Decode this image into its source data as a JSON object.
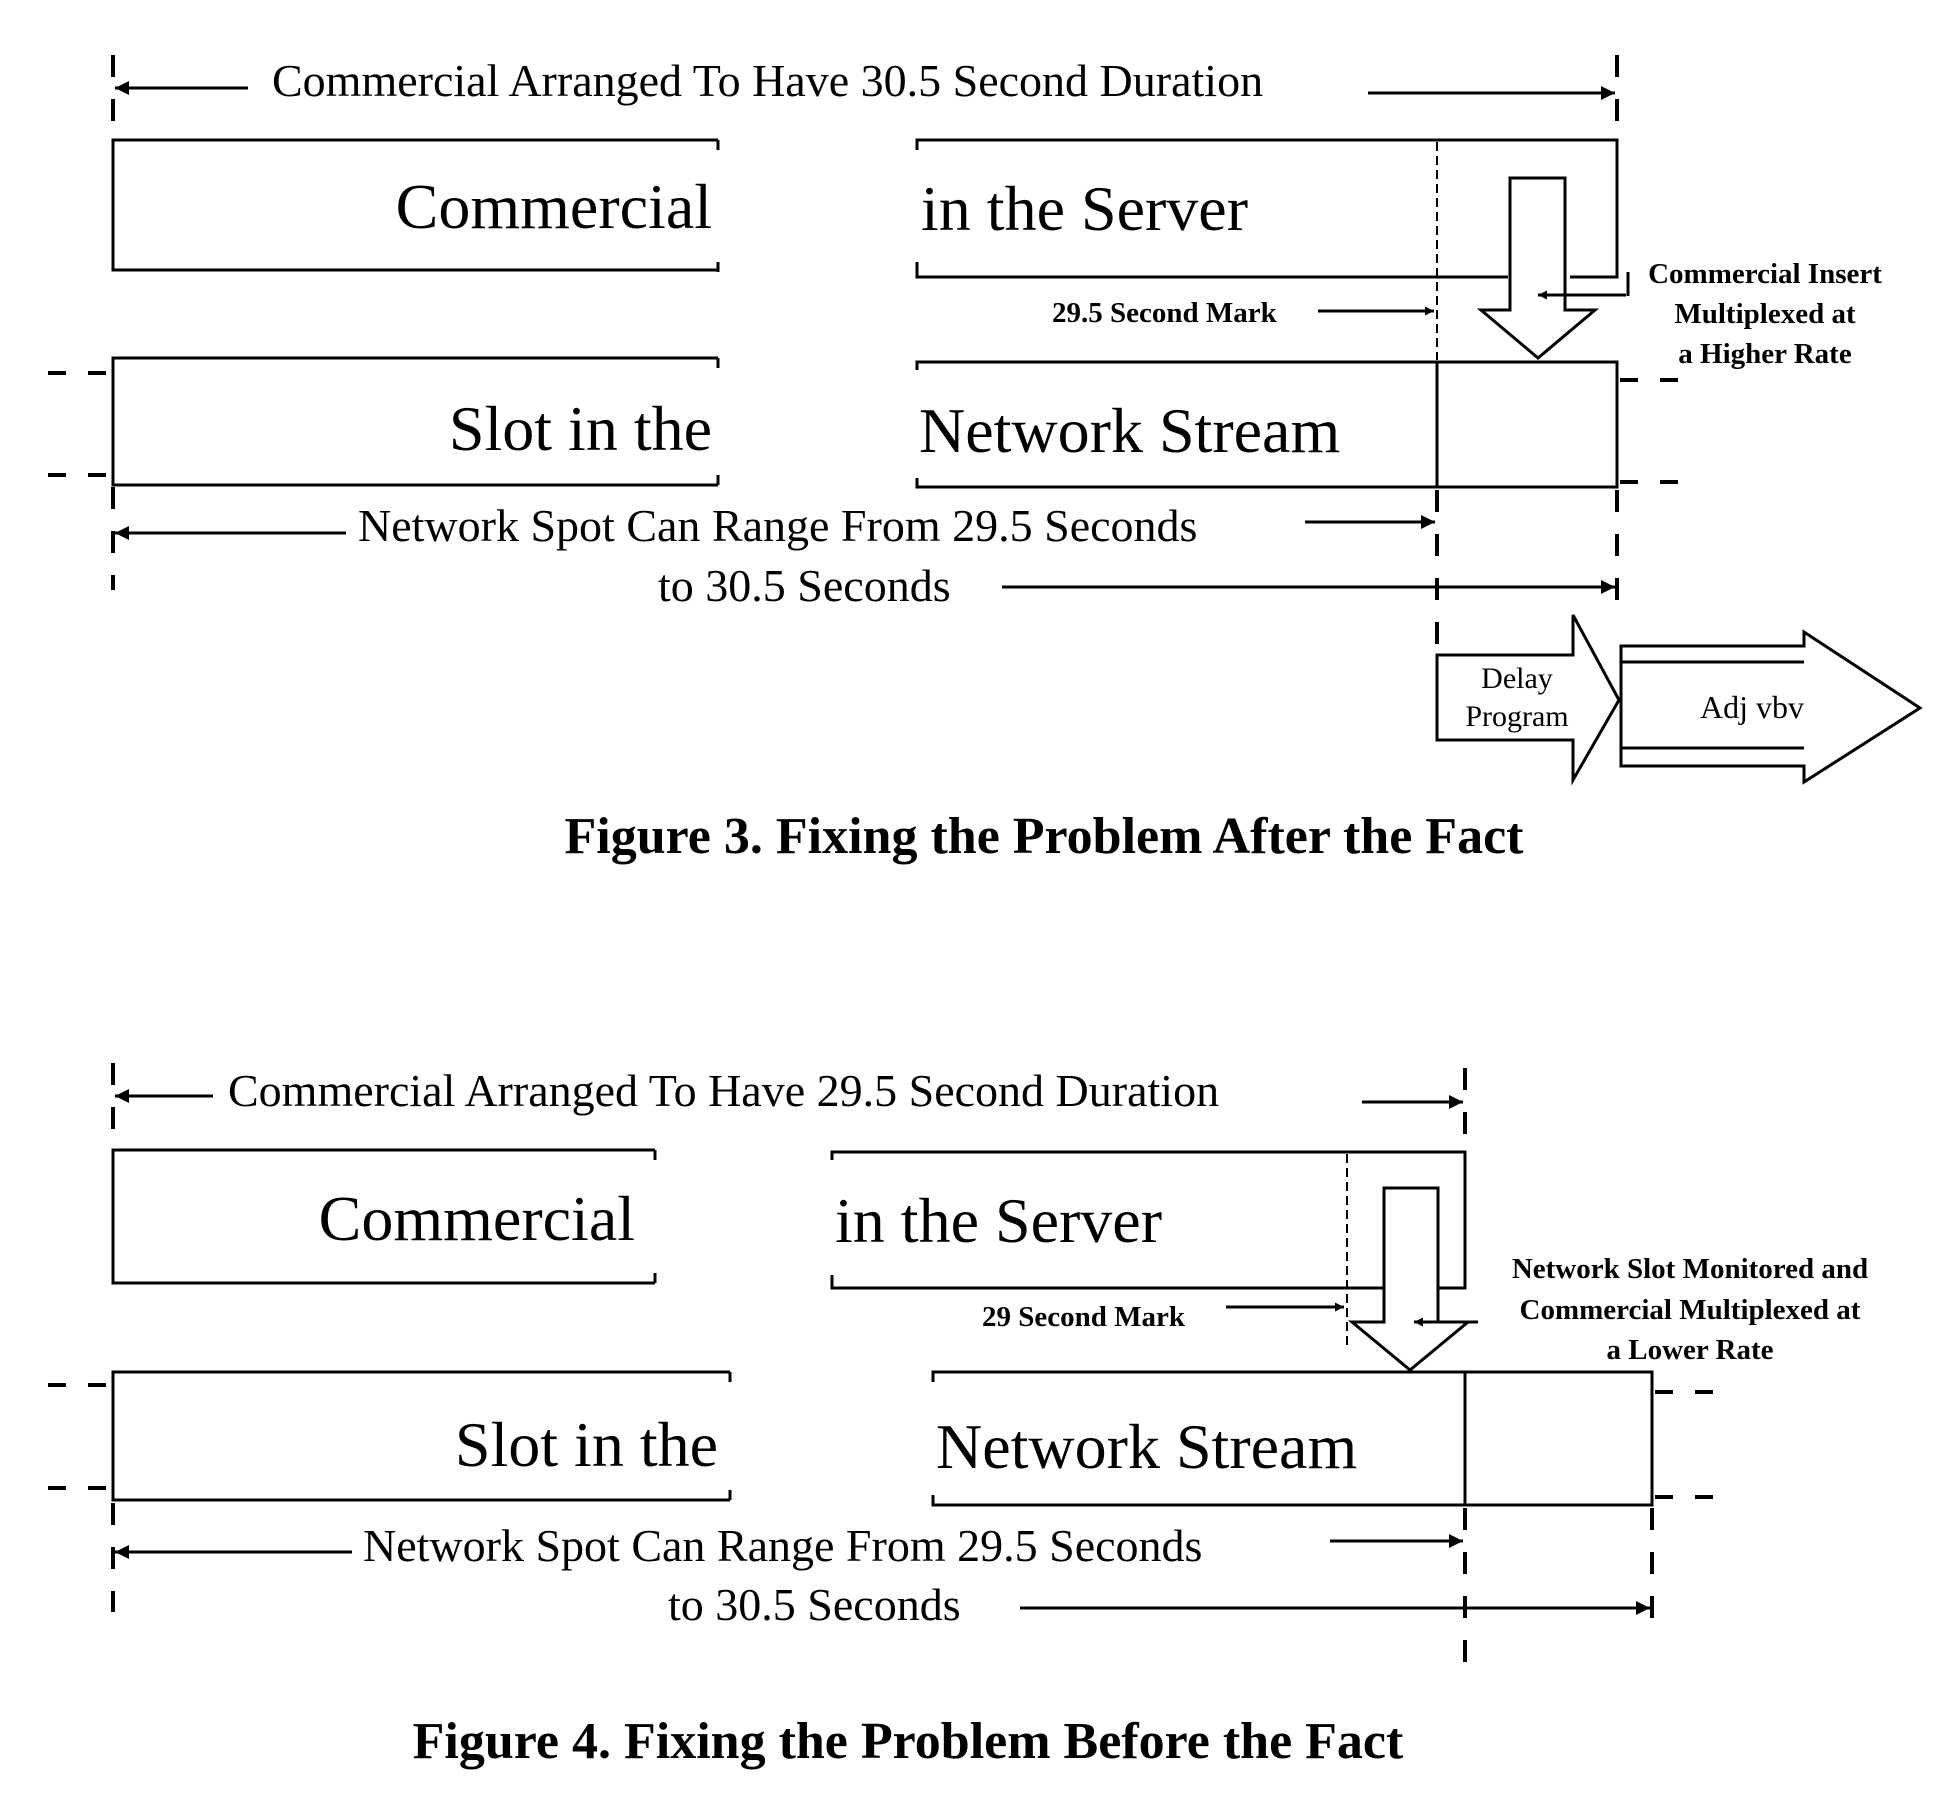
{
  "figure3": {
    "top_dimension": "Commercial Arranged To Have 30.5 Second Duration",
    "server_box_left": "Commercial",
    "server_box_right": "in the Server",
    "mark_label": "29.5 Second Mark",
    "side_note": [
      "Commercial Insert",
      "Multiplexed at",
      "a Higher Rate"
    ],
    "network_box_left": "Slot in the",
    "network_box_right": "Network Stream",
    "range_line1": "Network Spot Can Range From 29.5 Seconds",
    "range_line2": "to 30.5 Seconds",
    "delay_arrow": [
      "Delay",
      "Program"
    ],
    "vbv_arrow": "Adj vbv",
    "caption": "Figure 3.  Fixing the Problem After the Fact"
  },
  "figure4": {
    "top_dimension": "Commercial Arranged To Have 29.5 Second Duration",
    "server_box_left": "Commercial",
    "server_box_right": "in the Server",
    "mark_label": "29 Second Mark",
    "side_note": [
      "Network Slot Monitored and",
      "Commercial Multiplexed at",
      "a Lower Rate"
    ],
    "network_box_left": "Slot in the",
    "network_box_right": "Network Stream",
    "range_line1": "Network Spot Can Range From 29.5 Seconds",
    "range_line2": "to 30.5 Seconds",
    "caption": "Figure 4.  Fixing the Problem Before the Fact"
  }
}
